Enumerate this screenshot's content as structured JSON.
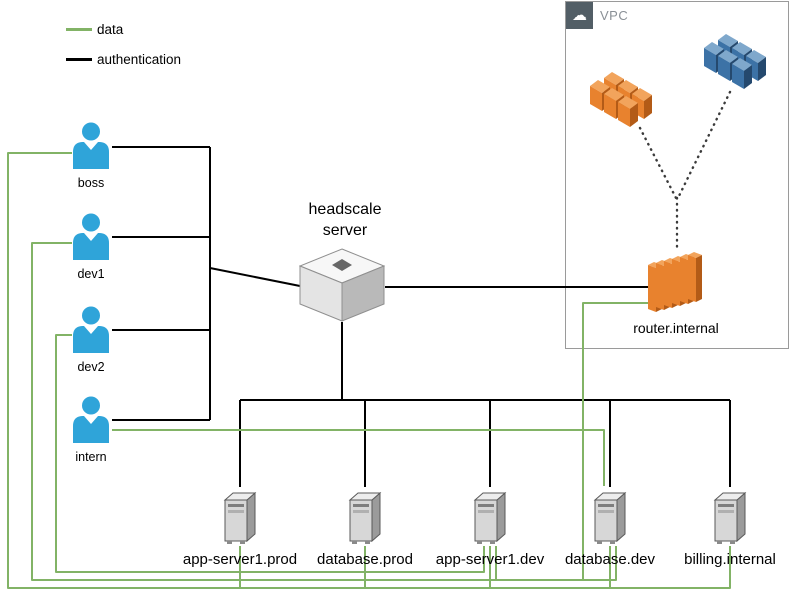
{
  "legend": {
    "items": [
      {
        "label": "data",
        "type": "data"
      },
      {
        "label": "authentication",
        "type": "auth"
      }
    ]
  },
  "colors": {
    "data-line": "#82B366",
    "auth-line": "#000000",
    "user-icon": "#2FA4D9",
    "orange-front": "#E8822E",
    "orange-top": "#F2A45C",
    "orange-side": "#B35B17",
    "blue-front": "#3C72A6",
    "blue-top": "#7FA8CC",
    "blue-side": "#25496E",
    "vpc-header": "#525E66"
  },
  "users": [
    {
      "label": "boss"
    },
    {
      "label": "dev1"
    },
    {
      "label": "dev2"
    },
    {
      "label": "intern"
    }
  ],
  "headscale": {
    "label": "headscale server"
  },
  "vpc": {
    "label": "VPC",
    "cloud_icon": "☁",
    "router": {
      "label": "router.internal"
    }
  },
  "servers": [
    {
      "label": "app-server1.prod"
    },
    {
      "label": "database.prod"
    },
    {
      "label": "app-server1.dev"
    },
    {
      "label": "database.dev"
    },
    {
      "label": "billing.internal"
    }
  ],
  "connections": {
    "auth": [
      [
        [
          112,
          147
        ],
        [
          210,
          147
        ]
      ],
      [
        [
          112,
          237
        ],
        [
          210,
          237
        ]
      ],
      [
        [
          112,
          330
        ],
        [
          210,
          330
        ]
      ],
      [
        [
          112,
          420
        ],
        [
          210,
          420
        ]
      ],
      [
        [
          210,
          147
        ],
        [
          210,
          420
        ]
      ],
      [
        [
          210,
          268
        ],
        [
          300,
          286
        ]
      ],
      [
        [
          385,
          287
        ],
        [
          652,
          287
        ]
      ],
      [
        [
          342,
          322
        ],
        [
          342,
          400
        ]
      ],
      [
        [
          240,
          400
        ],
        [
          730,
          400
        ]
      ],
      [
        [
          240,
          400
        ],
        [
          240,
          487
        ]
      ],
      [
        [
          365,
          400
        ],
        [
          365,
          487
        ]
      ],
      [
        [
          490,
          400
        ],
        [
          490,
          487
        ]
      ],
      [
        [
          610,
          400
        ],
        [
          610,
          487
        ]
      ],
      [
        [
          730,
          400
        ],
        [
          730,
          487
        ]
      ]
    ],
    "data": [
      [
        [
          72,
          153
        ],
        [
          8,
          153
        ],
        [
          8,
          588
        ],
        [
          730,
          588
        ],
        [
          730,
          546
        ]
      ],
      [
        [
          240,
          588
        ],
        [
          240,
          546
        ]
      ],
      [
        [
          365,
          588
        ],
        [
          365,
          546
        ]
      ],
      [
        [
          490,
          588
        ],
        [
          490,
          546
        ]
      ],
      [
        [
          610,
          588
        ],
        [
          610,
          546
        ]
      ],
      [
        [
          72,
          243
        ],
        [
          32,
          243
        ],
        [
          32,
          580
        ],
        [
          616,
          580
        ],
        [
          616,
          546
        ]
      ],
      [
        [
          496,
          580
        ],
        [
          496,
          546
        ]
      ],
      [
        [
          72,
          335
        ],
        [
          56,
          335
        ],
        [
          56,
          572
        ],
        [
          484,
          572
        ],
        [
          484,
          546
        ]
      ],
      [
        [
          112,
          430
        ],
        [
          604,
          430
        ],
        [
          604,
          486
        ]
      ],
      [
        [
          652,
          303
        ],
        [
          583,
          303
        ],
        [
          583,
          580
        ]
      ]
    ],
    "dotted": [
      [
        [
          640,
          128
        ],
        [
          676,
          198
        ]
      ],
      [
        [
          730,
          92
        ],
        [
          678,
          198
        ]
      ],
      [
        [
          677,
          198
        ],
        [
          677,
          248
        ]
      ]
    ]
  }
}
